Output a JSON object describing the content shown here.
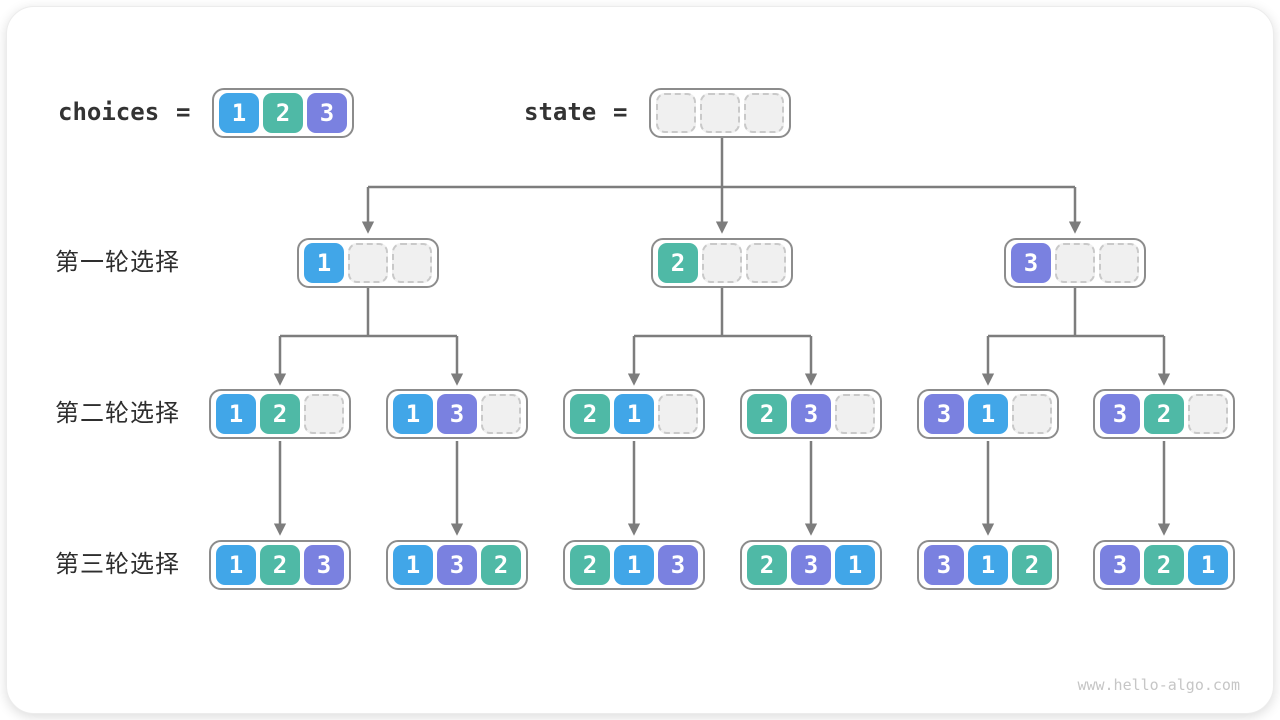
{
  "header": {
    "choices_label": "choices",
    "equals": "=",
    "state_label": "state",
    "choices": [
      "1",
      "2",
      "3"
    ],
    "state": [
      "",
      "",
      ""
    ]
  },
  "value_colors": {
    "1": "#41a6e8",
    "2": "#4fb9a6",
    "3": "#7a81e0"
  },
  "line_color": "#7d7d7d",
  "rows": [
    {
      "label": "第一轮选择",
      "nodes": [
        [
          "1",
          "",
          ""
        ],
        [
          "2",
          "",
          ""
        ],
        [
          "3",
          "",
          ""
        ]
      ]
    },
    {
      "label": "第二轮选择",
      "nodes": [
        [
          "1",
          "2",
          ""
        ],
        [
          "1",
          "3",
          ""
        ],
        [
          "2",
          "1",
          ""
        ],
        [
          "2",
          "3",
          ""
        ],
        [
          "3",
          "1",
          ""
        ],
        [
          "3",
          "2",
          ""
        ]
      ]
    },
    {
      "label": "第三轮选择",
      "nodes": [
        [
          "1",
          "2",
          "3"
        ],
        [
          "1",
          "3",
          "2"
        ],
        [
          "2",
          "1",
          "3"
        ],
        [
          "2",
          "3",
          "1"
        ],
        [
          "3",
          "1",
          "2"
        ],
        [
          "3",
          "2",
          "1"
        ]
      ]
    }
  ],
  "watermark": "www.hello-algo.com"
}
